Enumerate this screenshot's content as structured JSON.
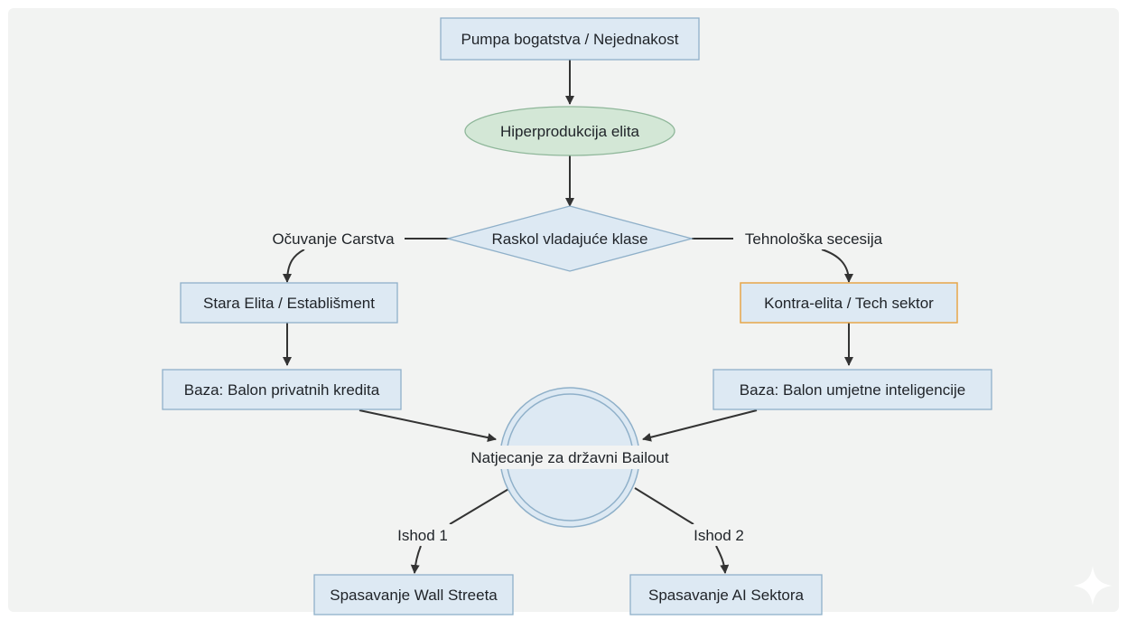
{
  "nodes": {
    "pumpa": "Pumpa bogatstva / Nejednakost",
    "hiper": "Hiperprodukcija elita",
    "raskol": "Raskol vladajuće klase",
    "stara": "Stara Elita / Establišment",
    "kontra": "Kontra-elita / Tech sektor",
    "baza_kredit": "Baza: Balon privatnih kredita",
    "baza_ai": "Baza: Balon umjetne inteligencije",
    "natjecanje": "Natjecanje za državni Bailout",
    "spas_wall": "Spasavanje Wall Streeta",
    "spas_ai": "Spasavanje AI Sektora"
  },
  "edge_labels": {
    "ocuvanje": "Očuvanje Carstva",
    "tehno": "Tehnološka secesija",
    "ishod1": "Ishod 1",
    "ishod2": "Ishod 2"
  },
  "colors": {
    "background": "#f2f3f2",
    "box_fill": "#dde9f3",
    "box_stroke": "#8fb0c9",
    "ellipse_fill": "#d3e7d6",
    "highlight_stroke": "#e6a64a",
    "edge": "#333333"
  },
  "icons": {
    "corner": "sparkle-icon"
  }
}
